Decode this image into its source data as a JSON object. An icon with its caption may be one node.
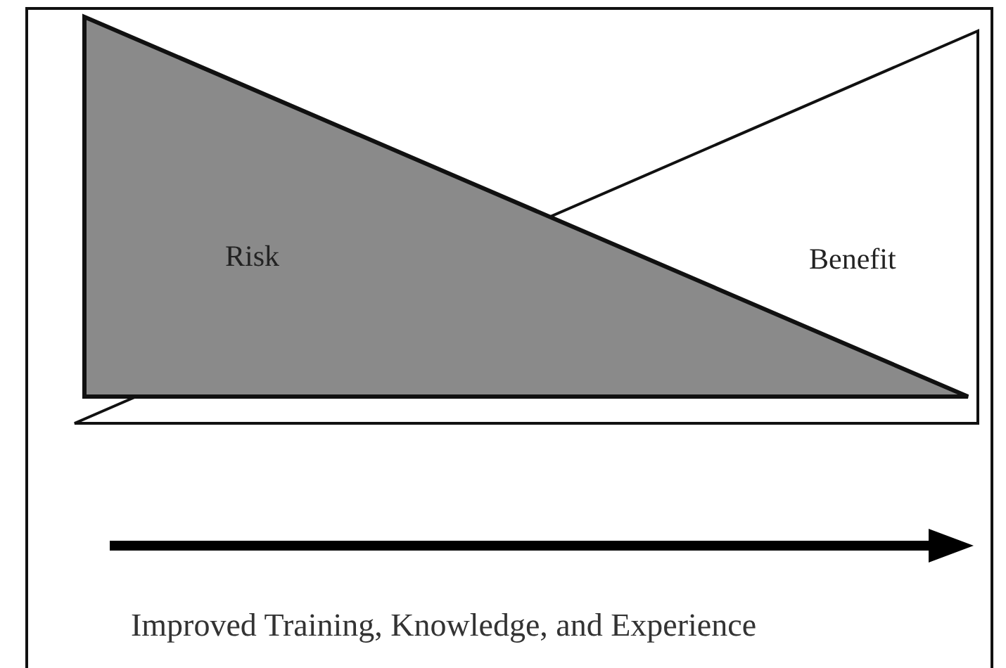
{
  "diagram": {
    "nodes": [
      {
        "text": [
          "Risk"
        ]
      },
      {
        "text": [
          "Benefit"
        ]
      }
    ],
    "labels": [
      "Improved Training, Knowledge, and Experience"
    ]
  }
}
